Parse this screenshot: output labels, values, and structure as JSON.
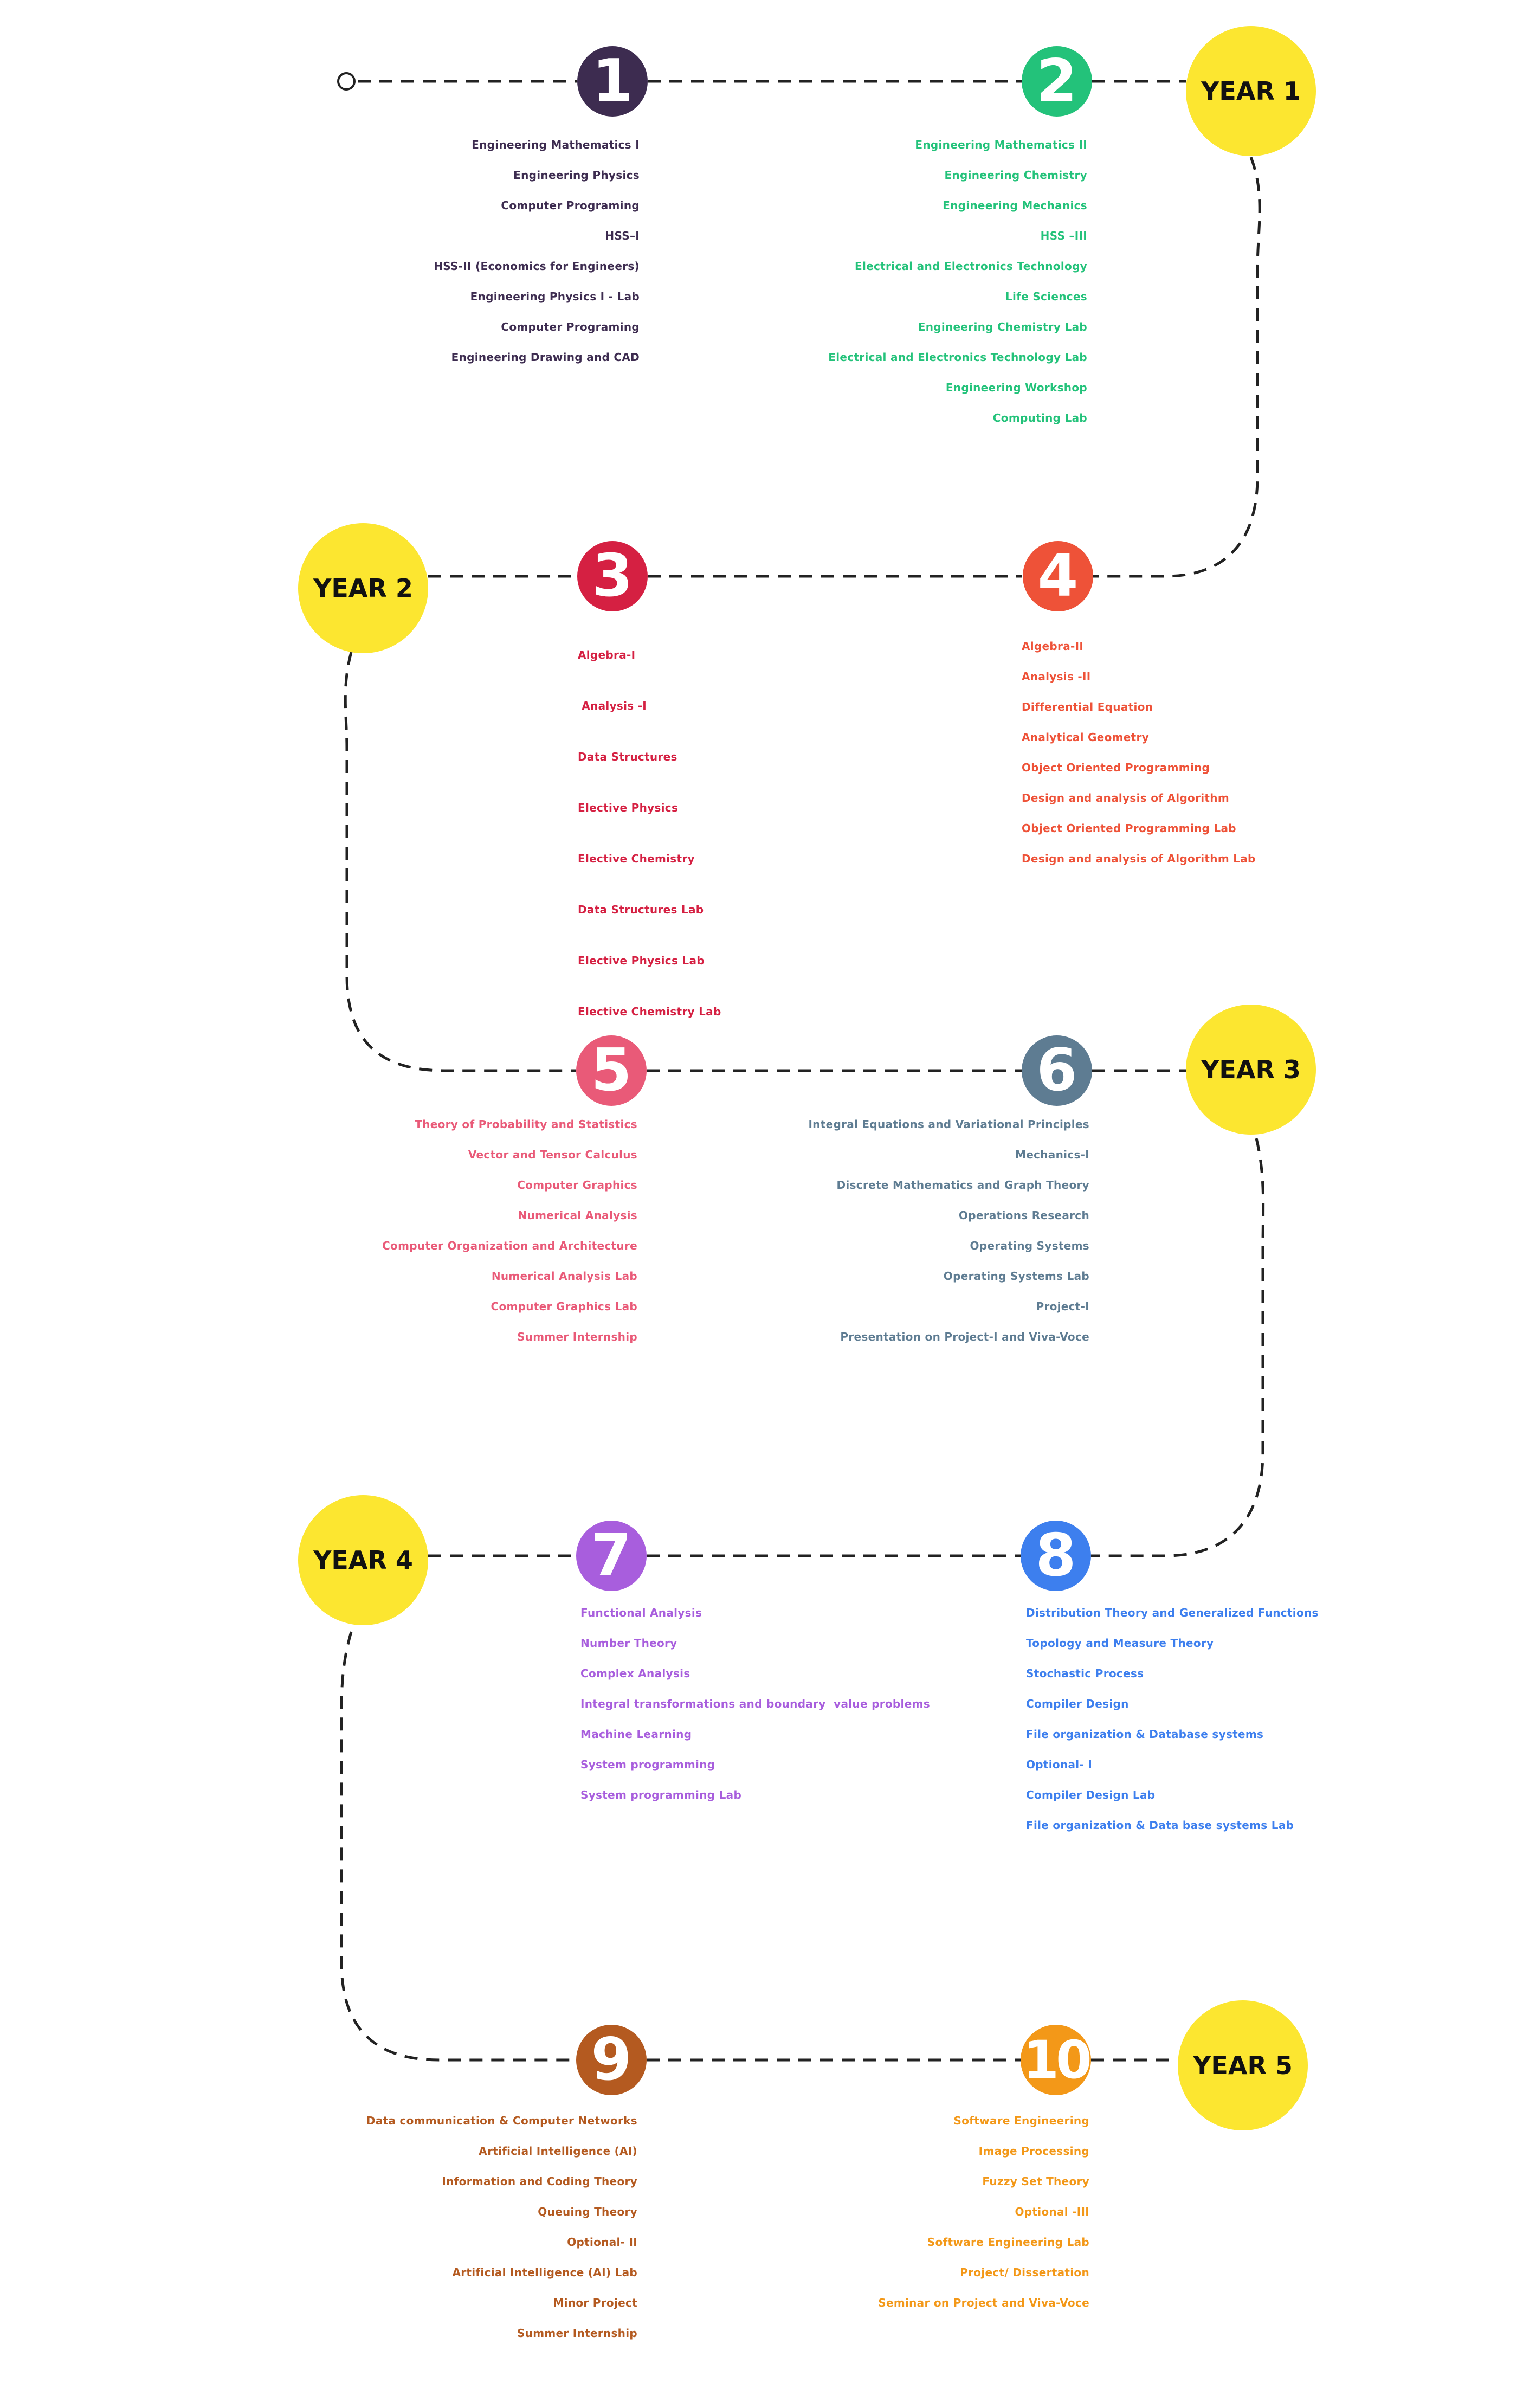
{
  "colors": {
    "line": "#222222",
    "year": "#FCE630",
    "year_text": "#111111",
    "sem1": "#3D2C50",
    "sem2": "#23C27A",
    "sem3": "#D52042",
    "sem4": "#EE5238",
    "sem5": "#E95A78",
    "sem6": "#5E7C92",
    "sem7": "#A85EDD",
    "sem8": "#3D7FEE",
    "sem9": "#B45A20",
    "sem10": "#F39818"
  },
  "years": [
    {
      "label": "YEAR 1"
    },
    {
      "label": "YEAR 2"
    },
    {
      "label": "YEAR 3"
    },
    {
      "label": "YEAR 4"
    },
    {
      "label": "YEAR 5"
    }
  ],
  "semesters": [
    {
      "number": "1",
      "subjects": [
        "Engineering Mathematics I",
        "Engineering Physics",
        "Computer Programing",
        "HSS–I",
        "HSS-II (Economics for Engineers)",
        "Engineering Physics I - Lab",
        "Computer Programing",
        "Engineering Drawing and CAD"
      ]
    },
    {
      "number": "2",
      "subjects": [
        "Engineering Mathematics II",
        "Engineering Chemistry",
        "Engineering Mechanics",
        "HSS –III",
        "Electrical and Electronics Technology",
        "Life Sciences",
        "Engineering Chemistry Lab",
        "Electrical and Electronics Technology Lab",
        "Engineering Workshop",
        "Computing Lab"
      ]
    },
    {
      "number": "3",
      "subjects": [
        "Algebra-I",
        " Analysis -I",
        "Data Structures",
        "Elective Physics",
        "Elective Chemistry",
        "Data Structures Lab",
        "Elective Physics Lab",
        "Elective Chemistry Lab"
      ]
    },
    {
      "number": "4",
      "subjects": [
        "Algebra-II",
        "Analysis -II",
        "Differential Equation",
        "Analytical Geometry",
        "Object Oriented Programming",
        "Design and analysis of Algorithm",
        "Object Oriented Programming Lab",
        "Design and analysis of Algorithm Lab"
      ]
    },
    {
      "number": "5",
      "subjects": [
        "Theory of Probability and Statistics",
        "Vector and Tensor Calculus",
        "Computer Graphics",
        "Numerical Analysis",
        "Computer Organization and Architecture",
        "Numerical Analysis Lab",
        "Computer Graphics Lab",
        "Summer Internship"
      ]
    },
    {
      "number": "6",
      "subjects": [
        "Integral Equations and Variational Principles",
        "Mechanics-I",
        "Discrete Mathematics and Graph Theory",
        "Operations Research",
        "Operating Systems",
        "Operating Systems Lab",
        "Project-I",
        "Presentation on Project-I and Viva-Voce"
      ]
    },
    {
      "number": "7",
      "subjects": [
        "Functional Analysis",
        "Number Theory",
        "Complex Analysis",
        "Integral transformations and boundary  value problems",
        "Machine Learning",
        "System programming",
        "System programming Lab"
      ]
    },
    {
      "number": "8",
      "subjects": [
        "Distribution Theory and Generalized Functions",
        "Topology and Measure Theory",
        "Stochastic Process",
        "Compiler Design",
        "File organization & Database systems",
        "Optional- I",
        "Compiler Design Lab",
        "File organization & Data base systems Lab"
      ]
    },
    {
      "number": "9",
      "subjects": [
        "Data communication & Computer Networks",
        "Artificial Intelligence (AI)",
        "Information and Coding Theory",
        "Queuing Theory",
        "Optional- II",
        "Artificial Intelligence (AI) Lab",
        "Minor Project",
        "Summer Internship"
      ]
    },
    {
      "number": "10",
      "subjects": [
        "Software Engineering",
        "Image Processing",
        "Fuzzy Set Theory",
        "Optional -III",
        "Software Engineering Lab",
        "Project/ Dissertation",
        "Seminar on Project and Viva-Voce"
      ]
    }
  ]
}
